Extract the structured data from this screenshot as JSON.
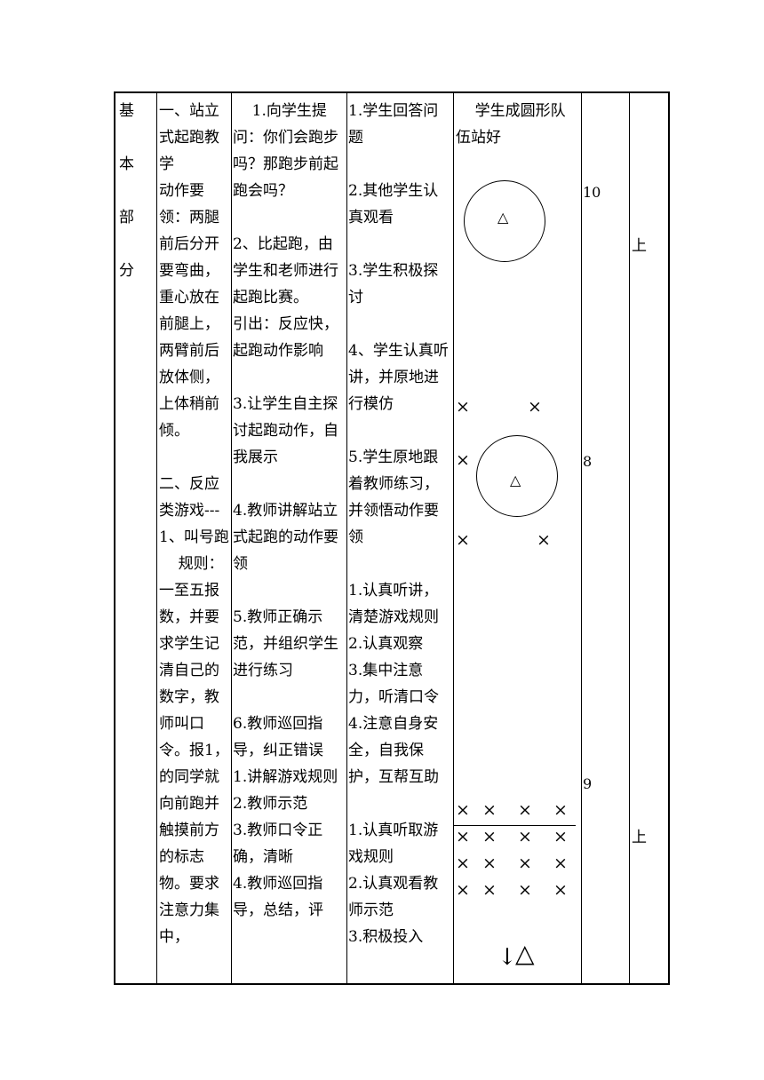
{
  "section_label": [
    "基",
    "本",
    "部",
    "分"
  ],
  "content_col": "一、站立式起跑教学\n动作要领：两腿前后分开要弯曲，重心放在前腿上，两臂前后放体侧，上体稍前倾。\n\n二、反应类游戏---1、叫号跑\n    规则：一至五报数，并要求学生记清自己的数字，教师叫口令。报1，的同学就向前跑并触摸前方的标志物。要求注意力集中，",
  "teacher_col": "    1.向学生提问：你们会跑步吗？那跑步前起跑会吗？\n\n2、比起跑，由学生和老师进行起跑比赛。\n引出：反应快，起跑动作影响\n\n3.让学生自主探讨起跑动作，自我展示\n\n4.教师讲解站立式起跑的动作要领\n\n5.教师正确示范，并组织学生进行练习\n\n6.教师巡回指导，纠正错误\n1.讲解游戏规则\n2.教师示范\n3.教师口令正确，清晰\n4.教师巡回指导，总结，评",
  "student_col": "1.学生回答问题\n\n2.其他学生认真观看\n\n3.学生积极探讨\n\n4、学生认真听讲，并原地进行模仿\n\n5.学生原地跟着教师练习，并领悟动作要领\n\n1.认真听讲，清楚游戏规则\n2.认真观察\n3.集中注意力，听清口令\n4.注意自身安全，自我保护，互帮互助\n\n1.认真听取游戏规则\n2.认真观看教师示范\n3.积极投入",
  "org_text": "    学生成圆形队伍站好",
  "symbols": {
    "triangle": "△",
    "cross": "×",
    "arrow": "↓"
  },
  "times": [
    "10",
    "8",
    "9"
  ],
  "intensity": [
    "上",
    "上"
  ]
}
